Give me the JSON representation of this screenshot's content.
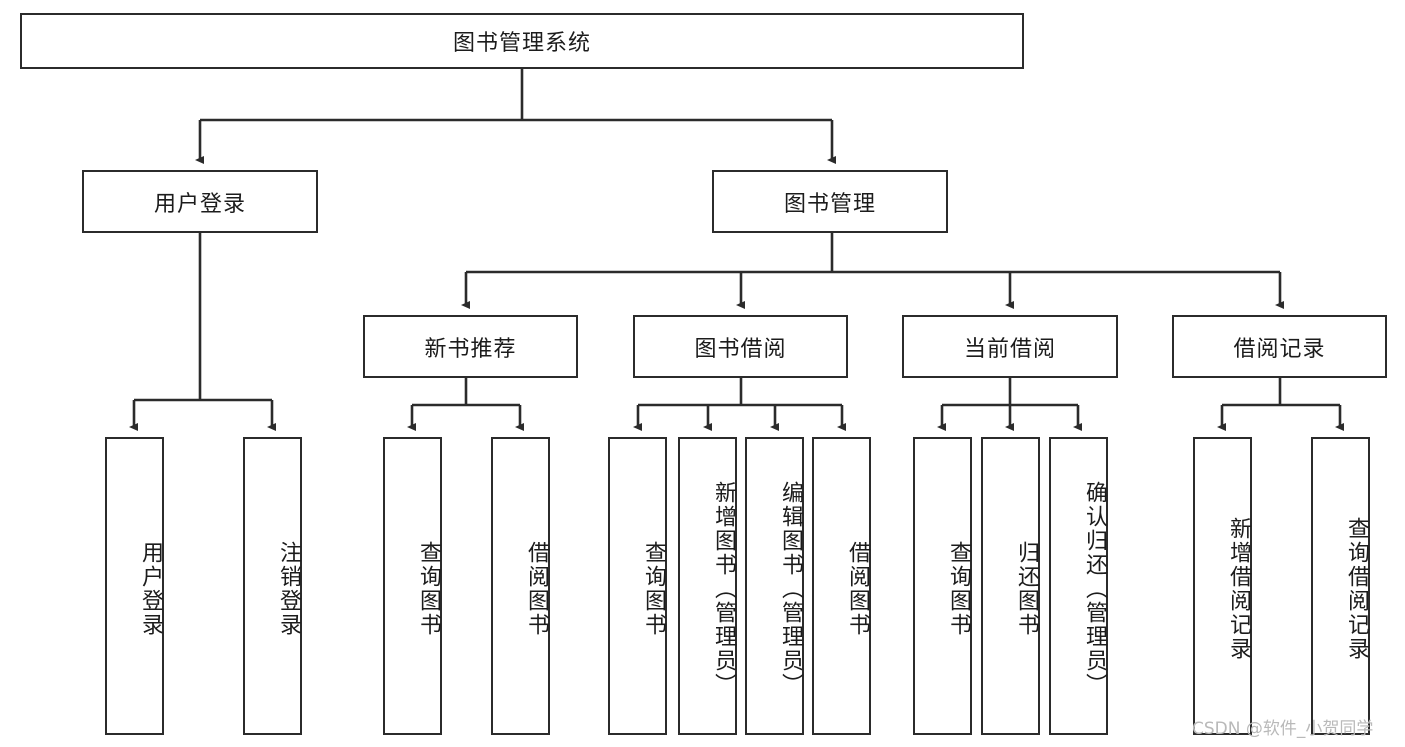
{
  "diagram": {
    "title": "图书管理系统",
    "watermark": "CSDN @软件_小贺同学",
    "colors": {
      "stroke": "#2b2b2b",
      "fill": "#ffffff",
      "text": "#1c1c1c",
      "watermark": "#b9b9b9"
    },
    "root": {
      "label": "图书管理系统"
    },
    "level2": [
      {
        "label": "用户登录"
      },
      {
        "label": "图书管理"
      }
    ],
    "level3": [
      {
        "label": "新书推荐"
      },
      {
        "label": "图书借阅"
      },
      {
        "label": "当前借阅"
      },
      {
        "label": "借阅记录"
      }
    ],
    "leaves": {
      "user_login": [
        {
          "label": "用户登录"
        },
        {
          "label": "注销登录"
        }
      ],
      "new_book": [
        {
          "label": "查询图书"
        },
        {
          "label": "借阅图书"
        }
      ],
      "book_borrow": [
        {
          "label": "查询图书"
        },
        {
          "label": "新增图书（管理员）"
        },
        {
          "label": "编辑图书（管理员）"
        },
        {
          "label": "借阅图书"
        }
      ],
      "current_borrow": [
        {
          "label": "查询图书"
        },
        {
          "label": "归还图书"
        },
        {
          "label": "确认归还（管理员）"
        }
      ],
      "borrow_record": [
        {
          "label": "新增借阅记录"
        },
        {
          "label": "查询借阅记录"
        }
      ]
    }
  }
}
